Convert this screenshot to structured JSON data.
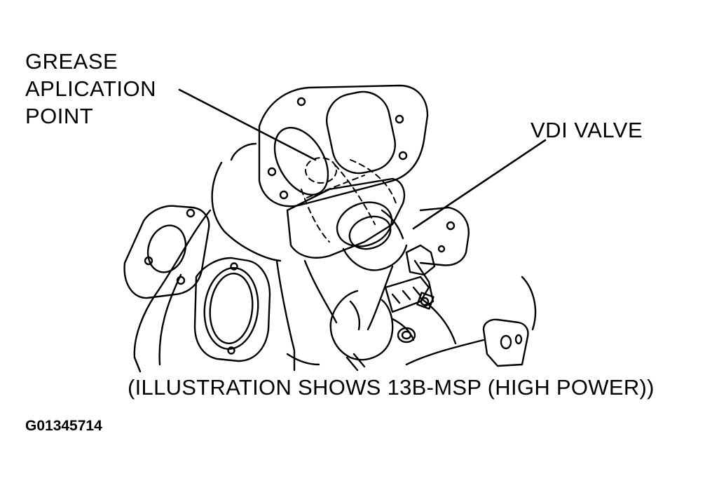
{
  "labels": {
    "grease_line1": "GREASE",
    "grease_line2": "APLICATION",
    "grease_line3": "POINT",
    "vdi_valve": "VDI VALVE",
    "caption": "(ILLUSTRATION SHOWS 13B-MSP (HIGH POWER))",
    "figure_id": "G01345714"
  },
  "colors": {
    "ink": "#000000",
    "paper": "#ffffff"
  }
}
